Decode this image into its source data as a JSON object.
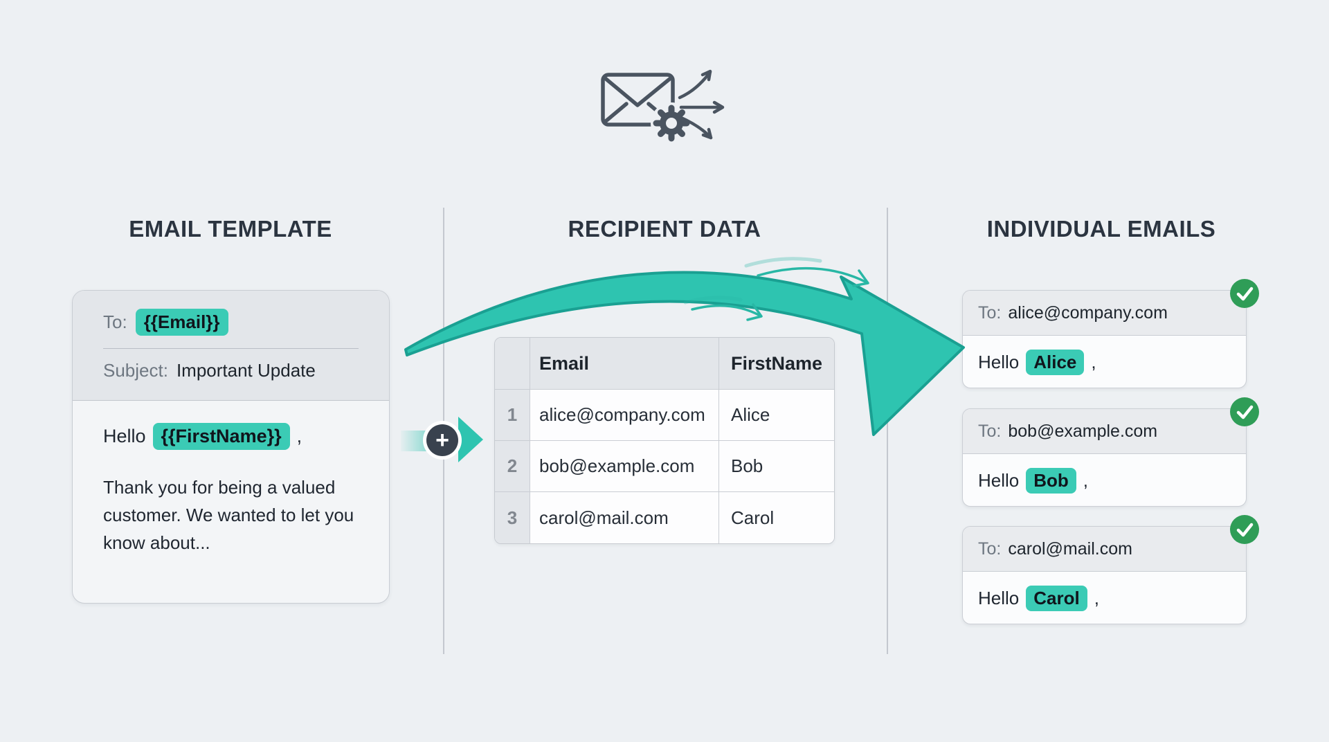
{
  "colors": {
    "background": "#edf0f3",
    "accent_teal": "#2ec4b0",
    "accent_teal_dark": "#1aa092",
    "highlight_chip": "#3bcbb5",
    "badge_green": "#2f9d57",
    "title_text": "#2b3440",
    "body_text": "#1f2630",
    "muted_text": "#6e7781"
  },
  "icons": {
    "plus": "+",
    "header_icon": "envelope-send-gear",
    "badge_icon": "checkmark"
  },
  "template_column": {
    "title": "EMAIL TEMPLATE",
    "card": {
      "to_label": "To:",
      "to_token": "{{Email}}",
      "subject_label": "Subject:",
      "subject_value": "Important Update",
      "greeting_prefix": "Hello",
      "greeting_token": "{{FirstName}}",
      "greeting_comma": ",",
      "body_paragraph": "Thank you for being a valued customer. We wanted to let you know about..."
    }
  },
  "data_column": {
    "title": "RECIPIENT DATA",
    "table": {
      "headers": {
        "email": "Email",
        "first_name": "FirstName"
      },
      "rows": [
        {
          "num": "1",
          "email": "alice@company.com",
          "first_name": "Alice"
        },
        {
          "num": "2",
          "email": "bob@example.com",
          "first_name": "Bob"
        },
        {
          "num": "3",
          "email": "carol@mail.com",
          "first_name": "Carol"
        }
      ]
    }
  },
  "emails_column": {
    "title": "INDIVIDUAL EMAILS",
    "cards": [
      {
        "to_label": "To:",
        "to_value": "alice@company.com",
        "greeting_prefix": "Hello",
        "name_token": "Alice",
        "greeting_comma": ","
      },
      {
        "to_label": "To:",
        "to_value": "bob@example.com",
        "greeting_prefix": "Hello",
        "name_token": "Bob",
        "greeting_comma": ","
      },
      {
        "to_label": "To:",
        "to_value": "carol@mail.com",
        "greeting_prefix": "Hello",
        "name_token": "Carol",
        "greeting_comma": ","
      }
    ]
  }
}
